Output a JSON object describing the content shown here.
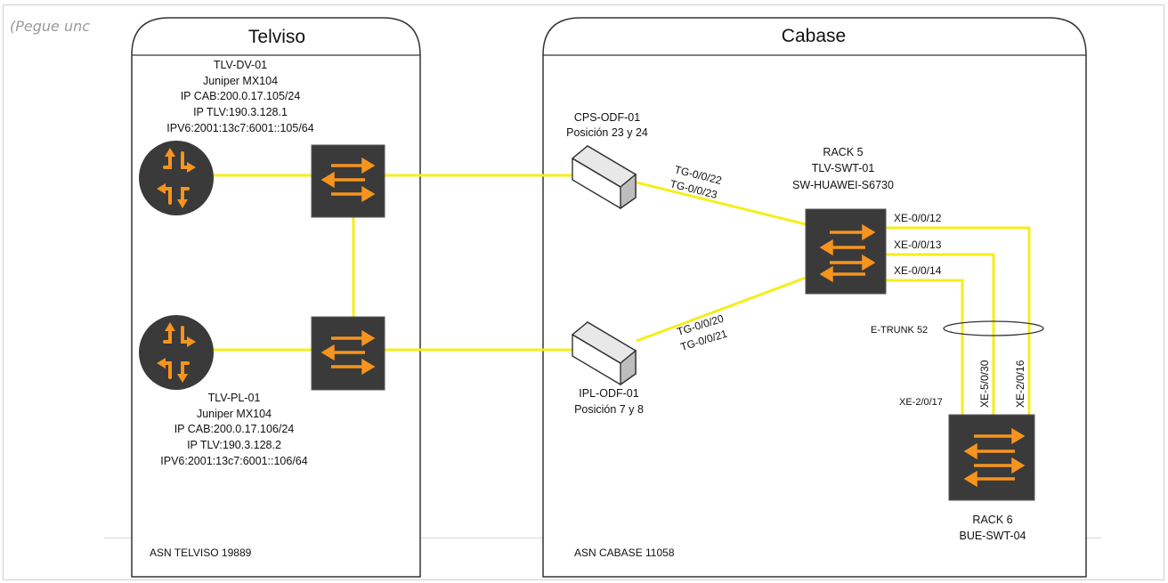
{
  "placeholder_text": "(Pegue unc",
  "zones": {
    "left": {
      "title": "Telviso",
      "asn": "ASN TELVISO 19889"
    },
    "right": {
      "title": "Cabase",
      "asn": "ASN CABASE 11058"
    }
  },
  "routers": {
    "top": {
      "lines": [
        "TLV-DV-01",
        "Juniper MX104",
        "IP CAB:200.0.17.105/24",
        "IP TLV:190.3.128.1",
        "IPV6:2001:13c7:6001::105/64"
      ]
    },
    "bottom": {
      "lines": [
        "TLV-PL-01",
        "Juniper MX104",
        "IP CAB:200.0.17.106/24",
        "IP TLV:190.3.128.2",
        "IPV6:2001:13c7:6001::106/64"
      ]
    }
  },
  "odfs": {
    "top": {
      "lines": [
        "CPS-ODF-01",
        "Posición 23 y 24"
      ]
    },
    "bottom": {
      "lines": [
        "IPL-ODF-01",
        "Posición 7 y 8"
      ]
    }
  },
  "rack5": {
    "lines": [
      "RACK 5",
      "TLV-SWT-01",
      "SW-HUAWEI-S6730"
    ]
  },
  "rack6": {
    "lines": [
      "RACK 6",
      "BUE-SWT-04"
    ]
  },
  "link_labels": {
    "top_ports": [
      "TG-0/0/22",
      "TG-0/0/23"
    ],
    "bottom_ports": [
      "TG-0/0/20",
      "TG-0/0/21"
    ],
    "xe_right": [
      "XE-0/0/12",
      "XE-0/0/13",
      "XE-0/0/14"
    ],
    "etrunk": "E-TRUNK 52",
    "xe_vertical": [
      "XE-5/0/30",
      "XE-2/0/16"
    ],
    "xe_left": "XE-2/0/17"
  },
  "colors": {
    "link": "#f5ee1a",
    "device": "#3a3a3a",
    "arrow": "#f7941d"
  }
}
